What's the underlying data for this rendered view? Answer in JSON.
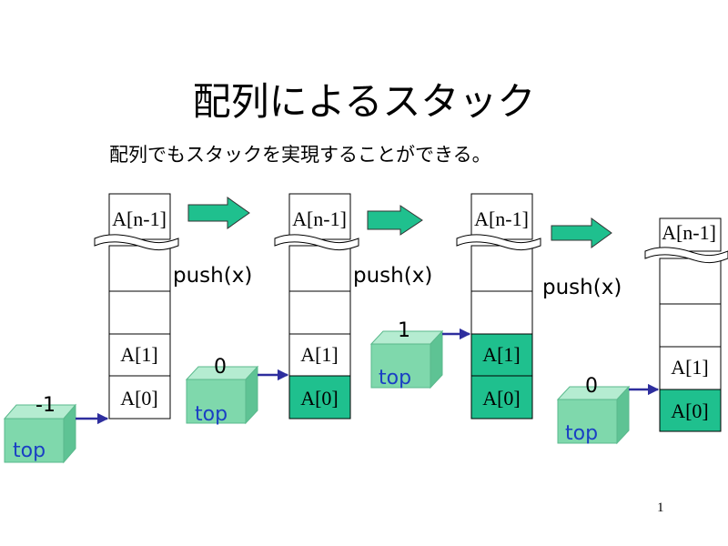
{
  "title": "配列によるスタック",
  "subtitle": "配列でもスタックを実現することができる。",
  "page_number": "1",
  "colors": {
    "filled_cell": "#1fc08e",
    "arrow_fill": "#1fc08e",
    "top_box": "#7fd8ac",
    "pointer_arrow": "#2e2e9e",
    "top_label": "#1a3fc4"
  },
  "cells": {
    "last": "A[n-1]",
    "second": "A[1]",
    "first": "A[0]"
  },
  "operation_label": "push(x)",
  "pointer_name": "top",
  "states": [
    {
      "top_value": "-1",
      "filled_count": 0
    },
    {
      "top_value": "0",
      "filled_count": 1
    },
    {
      "top_value": "1",
      "filled_count": 2
    },
    {
      "top_value": "0",
      "filled_count": 1
    }
  ]
}
